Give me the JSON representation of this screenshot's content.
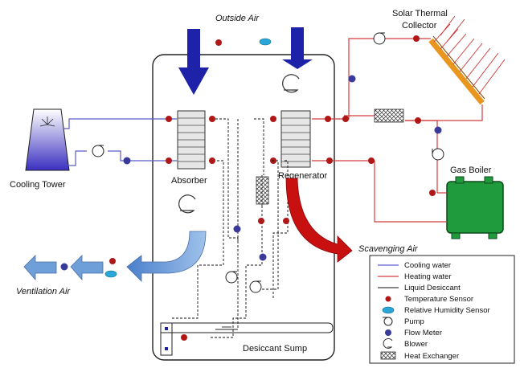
{
  "labels": {
    "outside_air": "Outside Air",
    "solar_collector_line1": "Solar Thermal",
    "solar_collector_line2": "Collector",
    "cooling_tower": "Cooling Tower",
    "absorber": "Absorber",
    "regenerator": "Regenerator",
    "gas_boiler": "Gas Boiler",
    "scavenging_air": "Scavenging Air",
    "ventilation_air": "Ventilation Air",
    "desiccant_sump": "Desiccant Sump"
  },
  "legend": {
    "items": [
      {
        "icon": "cooling-water-line",
        "label": "Cooling water"
      },
      {
        "icon": "heating-water-line",
        "label": "Heating water"
      },
      {
        "icon": "liquid-desiccant-line",
        "label": "Liquid Desiccant"
      },
      {
        "icon": "temperature-sensor-icon",
        "label": "Temperature Sensor"
      },
      {
        "icon": "humidity-sensor-icon",
        "label": "Relative Humidity Sensor"
      },
      {
        "icon": "pump-icon",
        "label": "Pump"
      },
      {
        "icon": "flow-meter-icon",
        "label": "Flow Meter"
      },
      {
        "icon": "blower-icon",
        "label": "Blower"
      },
      {
        "icon": "heat-exchanger-icon",
        "label": "Heat Exchanger"
      }
    ]
  },
  "colors": {
    "cooling_water": "#5a5ac8",
    "heating_water": "#d23c3c",
    "desiccant": "#111111",
    "sensor": "#b01818",
    "humidity_sensor": "#2aa7d8",
    "flow_meter": "#3a3a9a",
    "outside_air_arrow": "#1e22a8",
    "scavenging_arrow": "#c81010",
    "ventilation_arrow": "#6f9fd8",
    "boiler": "#1f9a3c",
    "collector": "#e8961e"
  }
}
